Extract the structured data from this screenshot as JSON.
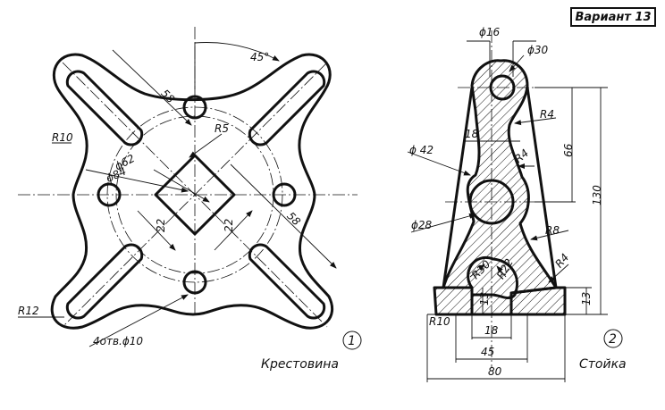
{
  "variant": "Вариант 13",
  "part1": {
    "number": "1",
    "name": "Крестовина",
    "dims": {
      "angle": "45°",
      "d58_top": "58",
      "d58_right": "58",
      "r10": "R10",
      "r5": "R5",
      "d62": "ϕ62",
      "d84": "ϕ84",
      "s22_left": "22",
      "s22_right": "22",
      "r12": "R12",
      "holes": "4отв.ϕ10"
    }
  },
  "part2": {
    "number": "2",
    "name": "Стойка",
    "dims": {
      "d16": "ϕ16",
      "d30": "ϕ30",
      "r4_top": "R4",
      "w18_top": "18",
      "r4_mid": "R4",
      "h66": "66",
      "d42": "ϕ 42",
      "h130": "130",
      "d28": "ϕ28",
      "r8": "R8",
      "r4_low": "R4",
      "r30": "R30",
      "r22": "R22",
      "h13_inner": "13",
      "h13_right": "13",
      "r10": "R10",
      "w18_bottom": "18",
      "w45": "45",
      "w80": "80"
    }
  }
}
